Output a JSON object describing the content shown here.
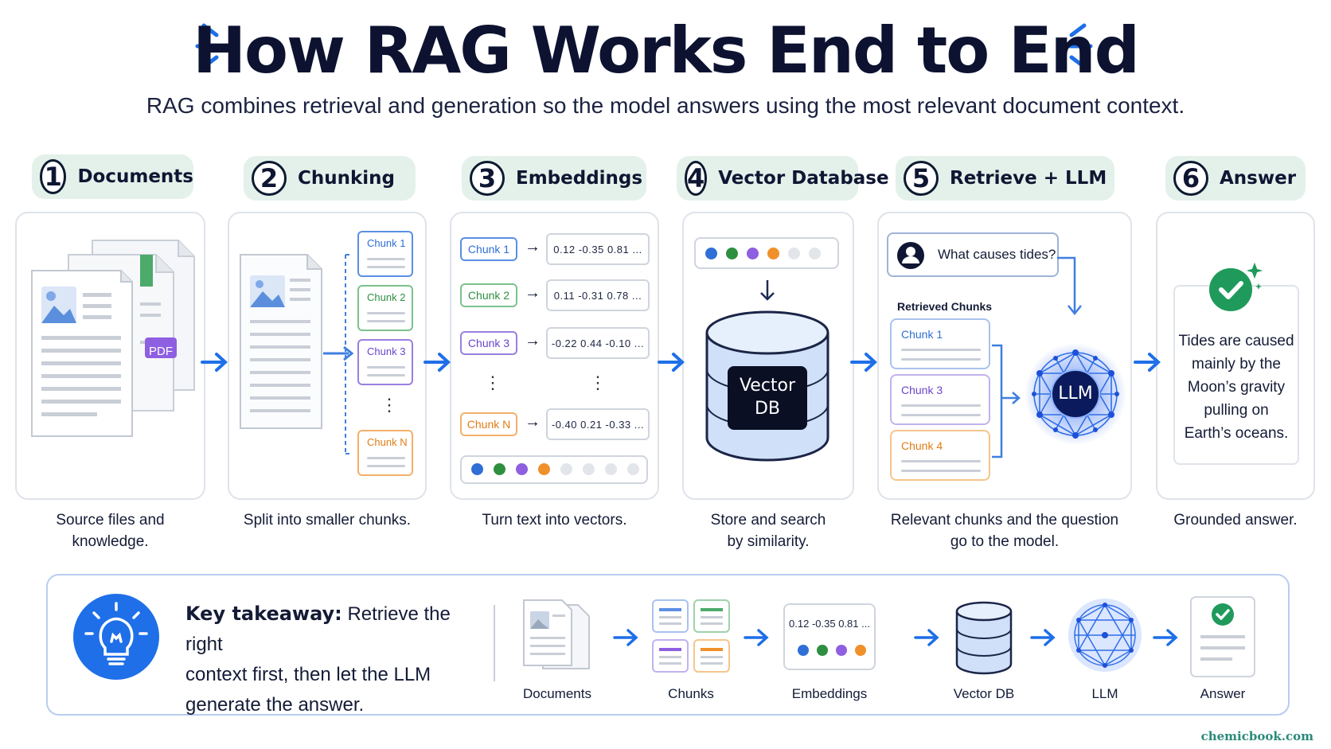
{
  "title": "How RAG Works End to End",
  "subtitle": "RAG combines retrieval and generation so the model answers using the most relevant document context.",
  "steps": [
    {
      "num": "1",
      "label": "Documents",
      "caption_l1": "Source files and",
      "caption_l2": "knowledge."
    },
    {
      "num": "2",
      "label": "Chunking",
      "caption_l1": "Split into smaller chunks.",
      "caption_l2": ""
    },
    {
      "num": "3",
      "label": "Embeddings",
      "caption_l1": "Turn text into vectors.",
      "caption_l2": ""
    },
    {
      "num": "4",
      "label": "Vector Database",
      "caption_l1": "Store and search",
      "caption_l2": "by similarity."
    },
    {
      "num": "5",
      "label": "Retrieve  + LLM",
      "caption_l1": "Relevant chunks and the question",
      "caption_l2": "go to the model."
    },
    {
      "num": "6",
      "label": "Answer",
      "caption_l1": "Grounded answer.",
      "caption_l2": ""
    }
  ],
  "documents": {
    "pdf_badge": "PDF"
  },
  "chunking": {
    "chunks": [
      "Chunk 1",
      "Chunk 2",
      "Chunk 3",
      "Chunk N"
    ],
    "ellipsis": "⋮"
  },
  "embeddings": {
    "rows": [
      {
        "chunk": "Chunk 1",
        "vector": "0.12   -0.35   0.81   ..."
      },
      {
        "chunk": "Chunk 2",
        "vector": "0.11   -0.31   0.78   ..."
      },
      {
        "chunk": "Chunk 3",
        "vector": "-0.22   0.44   -0.10   ..."
      },
      {
        "chunk": "Chunk N",
        "vector": "-0.40   0.21   -0.33   ..."
      }
    ],
    "ellipsis": "⋮",
    "row_arrow": "→"
  },
  "vector_db": {
    "label_l1": "Vector",
    "label_l2": "DB"
  },
  "retrieve": {
    "question": "What causes tides?",
    "retrieved_title": "Retrieved Chunks",
    "chunks": [
      "Chunk 1",
      "Chunk 3",
      "Chunk 4"
    ],
    "llm_label": "LLM"
  },
  "answer": {
    "lines": [
      "Tides are caused",
      "mainly by the",
      "Moon’s gravity",
      "pulling on",
      "Earth’s oceans."
    ]
  },
  "takeaway": {
    "bold": "Key takeaway:",
    "text_l1": "Retrieve the right",
    "text_l2": "context first, then let the LLM",
    "text_l3": "generate the answer."
  },
  "mini_flow": {
    "labels": [
      "Documents",
      "Chunks",
      "Embeddings",
      "Vector DB",
      "LLM",
      "Answer"
    ],
    "embedding_vector": "0.12   -0.35   0.81   ..."
  },
  "footer": {
    "site": "chemicbook.com"
  },
  "colors": {
    "accent_blue": "#1e6fe8",
    "chunk_blue": "#3f7fe0",
    "chunk_green": "#3aa34c",
    "chunk_purple": "#7b52d6",
    "chunk_orange": "#f0902a",
    "check_green": "#1f9a5b",
    "step_bg": "#e3f1ea"
  }
}
